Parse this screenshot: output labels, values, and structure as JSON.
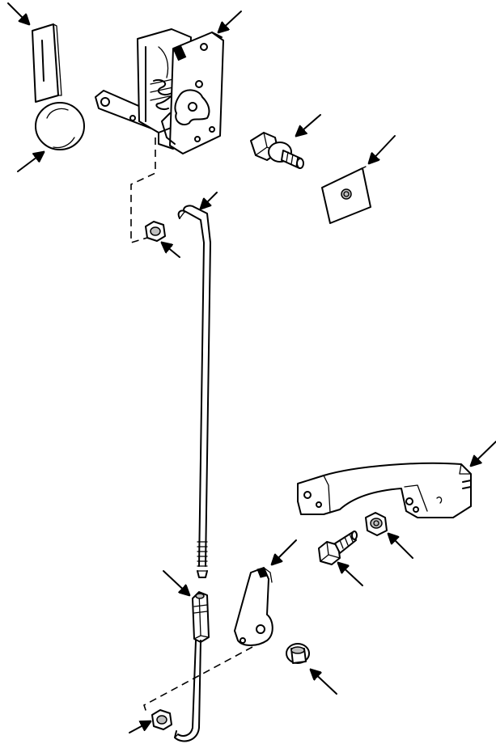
{
  "diagram": {
    "type": "exploded-parts-view",
    "colors": {
      "ink": "#000000",
      "paper": "#ffffff",
      "shade": "#bfbfbf"
    },
    "parts": [
      {
        "id": "label-plate",
        "icon": "plate-icon"
      },
      {
        "id": "knob-ball",
        "icon": "ball-knob-icon"
      },
      {
        "id": "latch-assembly",
        "icon": "latch-icon"
      },
      {
        "id": "striker-bolt",
        "icon": "bolt-icon"
      },
      {
        "id": "square-nut-plate",
        "icon": "nut-plate-icon"
      },
      {
        "id": "lock-nut-upper",
        "icon": "nut-icon"
      },
      {
        "id": "upper-rod",
        "icon": "rod-icon"
      },
      {
        "id": "handle",
        "icon": "handle-icon"
      },
      {
        "id": "hex-bolt",
        "icon": "bolt-icon"
      },
      {
        "id": "hex-nut",
        "icon": "nut-icon"
      },
      {
        "id": "bellcrank-lever",
        "icon": "lever-icon"
      },
      {
        "id": "rod-coupler",
        "icon": "coupler-icon"
      },
      {
        "id": "lower-rod",
        "icon": "rod-icon"
      },
      {
        "id": "flange-bushing",
        "icon": "bushing-icon"
      },
      {
        "id": "lock-nut-lower",
        "icon": "nut-icon"
      }
    ],
    "leader_count": 14
  }
}
